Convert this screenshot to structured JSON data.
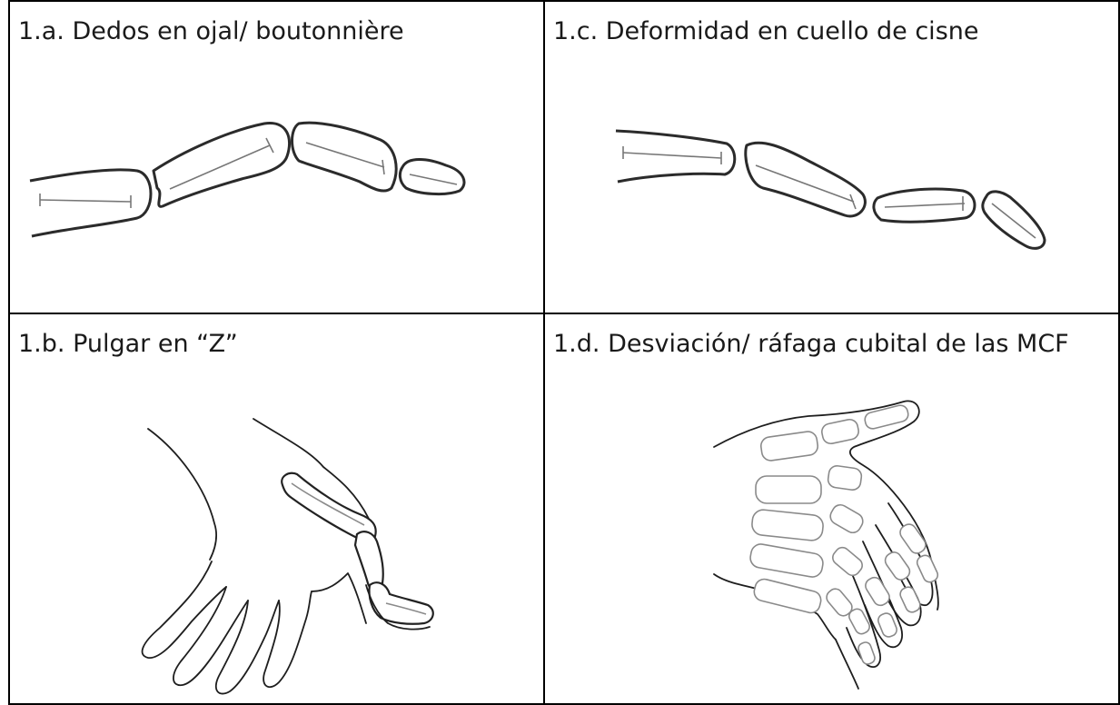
{
  "panels": {
    "a": {
      "caption": "1.a. Dedos en ojal/ boutonnière"
    },
    "c": {
      "caption": "1.c. Deformidad en cuello de cisne"
    },
    "b": {
      "caption": "1.b. Pulgar en “Z”"
    },
    "d": {
      "caption": "1.d. Desviación/ ráfaga cubital de las MCF"
    }
  },
  "colors": {
    "border": "#000000",
    "text": "#1a1a1a",
    "outline": "#2b2b2b"
  },
  "figures": {
    "a": "boutonniere-finger-bones-illustration",
    "c": "swan-neck-finger-bones-illustration",
    "b": "z-thumb-hand-illustration",
    "d": "ulnar-deviation-hand-illustration"
  }
}
